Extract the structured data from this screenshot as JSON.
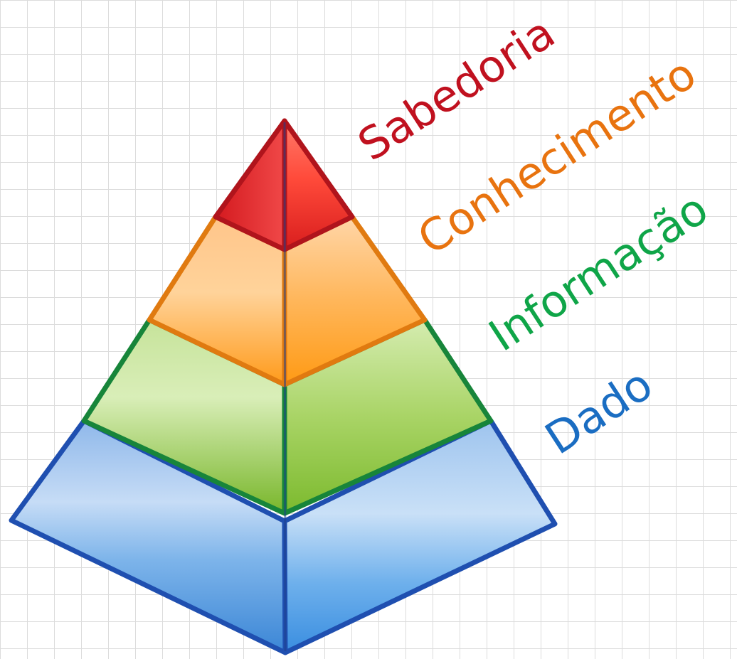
{
  "diagram": {
    "levels": [
      {
        "name": "Sabedoria",
        "color": "#c0111f"
      },
      {
        "name": "Conhecimento",
        "color": "#e8730f"
      },
      {
        "name": "Informação",
        "color": "#0fa548"
      },
      {
        "name": "Dado",
        "color": "#1a6dc2"
      }
    ]
  }
}
